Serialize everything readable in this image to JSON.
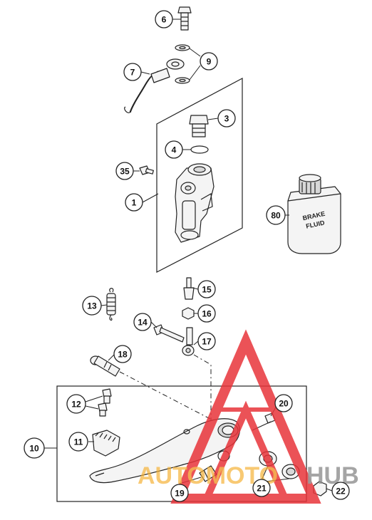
{
  "callouts": {
    "c1": "1",
    "c3": "3",
    "c4": "4",
    "c6": "6",
    "c7": "7",
    "c9": "9",
    "c10": "10",
    "c11": "11",
    "c12": "12",
    "c13": "13",
    "c14": "14",
    "c15": "15",
    "c16": "16",
    "c17": "17",
    "c18": "18",
    "c19": "19",
    "c20": "20",
    "c21": "21",
    "c22": "22",
    "c35": "35",
    "c80": "80"
  },
  "bottle": {
    "line1": "BRAKE",
    "line2": "FLUID"
  },
  "watermark": {
    "part1": "AUTOMOTO",
    "part2": "HUB",
    "color_red": "#e8343a",
    "color_orange": "#f5b133",
    "color_gray": "#8a8a8a"
  }
}
